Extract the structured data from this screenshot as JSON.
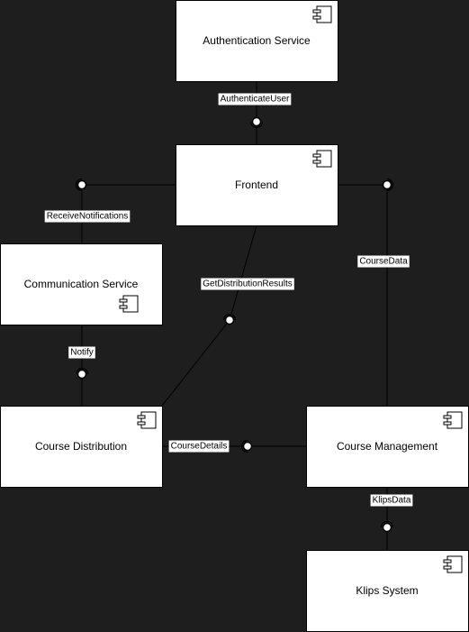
{
  "components": {
    "auth": {
      "name": "Authentication Service",
      "icon": "component-icon"
    },
    "frontend": {
      "name": "Frontend",
      "icon": "component-icon"
    },
    "comm": {
      "name": "Communication Service",
      "icon": "component-icon"
    },
    "dist": {
      "name": "Course Distribution",
      "icon": "component-icon"
    },
    "mgmt": {
      "name": "Course Management",
      "icon": "component-icon"
    },
    "klips": {
      "name": "Klips System",
      "icon": "component-icon"
    }
  },
  "interfaces": {
    "authenticate_user": "AuthenticateUser",
    "receive_notifications": "ReceiveNotifications",
    "course_data": "CourseData",
    "get_distribution_results": "GetDistributionResults",
    "notify": "Notify",
    "course_details": "CourseDetails",
    "klips_data": "KlipsData"
  },
  "colors": {
    "canvas": "#1e1e1e",
    "box_fill": "#ffffff",
    "stroke": "#000000"
  }
}
